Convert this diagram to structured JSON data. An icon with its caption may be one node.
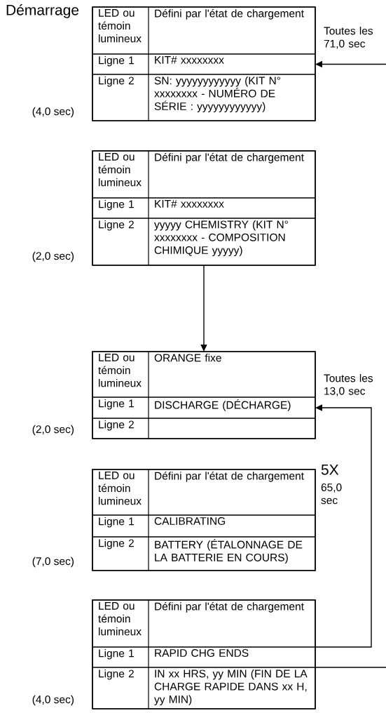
{
  "diagram": {
    "nodes": [
      {
        "text": [],
        "shape": "box",
        "beside": [
          "(4,0 sec)"
        ]
      },
      {
        "text": [
          "LED ou témoin lumineux",
          "Défini par l'état de chargement"
        ],
        "in": 0
      },
      {
        "text": [
          "Ligne 1",
          "KIT# xxxxxxxx"
        ],
        "in": 0
      },
      {
        "text": [
          "Ligne 2",
          "SN: yyyyyyyyyyyy (KIT N° xxxxxxxx - NUMÉRO DE SÉRIE : yyyyyyyyyyyy)"
        ],
        "in": 0
      },
      {
        "text": [],
        "shape": "box",
        "beside": [
          "(2,0 sec)"
        ]
      },
      {
        "text": [
          "LED ou témoin lumineux",
          "Défini par l'état de chargement"
        ],
        "in": 4
      },
      {
        "text": [
          "Ligne 1",
          "KIT# xxxxxxxx"
        ],
        "in": 4
      },
      {
        "text": [
          "Ligne 2",
          "yyyyy CHEMISTRY (KIT N° xxxxxxxx - COMPOSITION CHIMIQUE yyyyy)"
        ],
        "in": 4
      },
      {
        "text": [],
        "shape": "box",
        "beside": [
          "(2,0 sec)"
        ]
      },
      {
        "text": [
          "LED ou témoin lumineux",
          "ORANGE fixe"
        ],
        "in": 8
      },
      {
        "text": [
          "Ligne 1",
          "DISCHARGE (DÉCHARGE)"
        ],
        "in": 8
      },
      {
        "text": [
          "Ligne 2"
        ],
        "in": 8
      },
      {
        "text": [],
        "shape": "box",
        "beside": [
          "(7,0 sec)"
        ]
      },
      {
        "text": [
          "LED ou témoin lumineux",
          "Défini par l'état de chargement"
        ],
        "in": 12
      },
      {
        "text": [
          "Ligne 1",
          "CALIBRATING"
        ],
        "in": 12
      },
      {
        "text": [
          "Ligne 2",
          "BATTERY (ÉTALONNAGE DE LA BATTERIE EN COURS)"
        ],
        "in": 12
      },
      {
        "text": [],
        "shape": "box",
        "beside": [
          "(4,0 sec)"
        ]
      },
      {
        "text": [
          "LED ou témoin lumineux",
          "Défini par l'état de chargement"
        ],
        "in": 16
      },
      {
        "text": [
          "Ligne 1",
          "RAPID CHG ENDS"
        ],
        "in": 16
      },
      {
        "text": [
          "Ligne 2",
          "IN xx HRS, yy MIN (FIN DE LA CHARGE RAPIDE DANS xx H, yy MIN)"
        ],
        "in": 16
      }
    ],
    "edges": [
      {
        "from": null,
        "to": 2,
        "arrow": "to",
        "label": "Toutes les 71,0 sec"
      },
      {
        "from": 4,
        "to": 8,
        "arrow": "to"
      },
      {
        "from": 17,
        "to": 10,
        "arrow": "to",
        "label": "Toutes les 13,0 sec"
      },
      {
        "from": 18,
        "to": null,
        "arrow": "none"
      }
    ],
    "labels": [
      "Démarrage",
      "5X",
      "65,0 sec"
    ]
  }
}
